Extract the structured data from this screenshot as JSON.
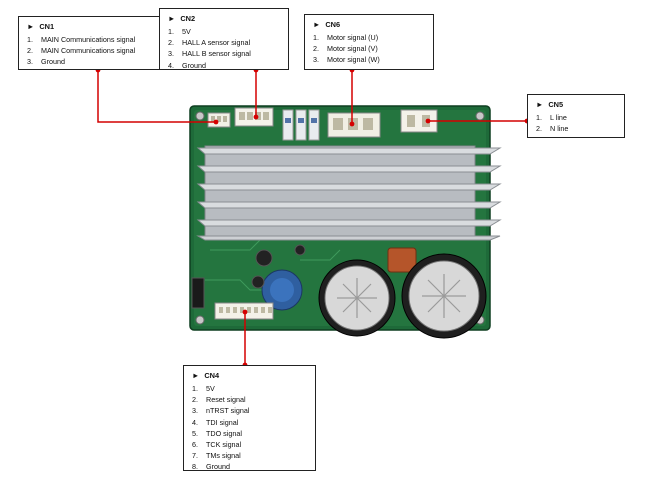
{
  "callouts": {
    "cn1": {
      "title": "CN1",
      "items": [
        {
          "num": "1.",
          "text": "MAIN Communications signal"
        },
        {
          "num": "2.",
          "text": "MAIN Communications signal"
        },
        {
          "num": "3.",
          "text": "Ground"
        }
      ]
    },
    "cn2": {
      "title": "CN2",
      "items": [
        {
          "num": "1.",
          "text": "5V"
        },
        {
          "num": "2.",
          "text": "HALL A sensor signal"
        },
        {
          "num": "3.",
          "text": "HALL B sensor signal"
        },
        {
          "num": "4.",
          "text": "Ground"
        }
      ]
    },
    "cn6": {
      "title": "CN6",
      "items": [
        {
          "num": "1.",
          "text": "Motor signal (U)"
        },
        {
          "num": "2.",
          "text": "Motor signal (V)"
        },
        {
          "num": "3.",
          "text": "Motor signal (W)"
        }
      ]
    },
    "cn5": {
      "title": "CN5",
      "items": [
        {
          "num": "1.",
          "text": "L line"
        },
        {
          "num": "2.",
          "text": "N line"
        }
      ]
    },
    "cn4": {
      "title": "CN4",
      "items": [
        {
          "num": "1.",
          "text": "5V"
        },
        {
          "num": "2.",
          "text": "Reset signal"
        },
        {
          "num": "3.",
          "text": "nTRST signal"
        },
        {
          "num": "4.",
          "text": "TDI signal"
        },
        {
          "num": "5.",
          "text": "TDO signal"
        },
        {
          "num": "6.",
          "text": "TCK signal"
        },
        {
          "num": "7.",
          "text": "TMs signal"
        },
        {
          "num": "8.",
          "text": "Ground"
        }
      ]
    }
  },
  "colors": {
    "leader_line": "#d40000",
    "board": "#1f6a3a",
    "heatsink": "#c9ccd0"
  }
}
